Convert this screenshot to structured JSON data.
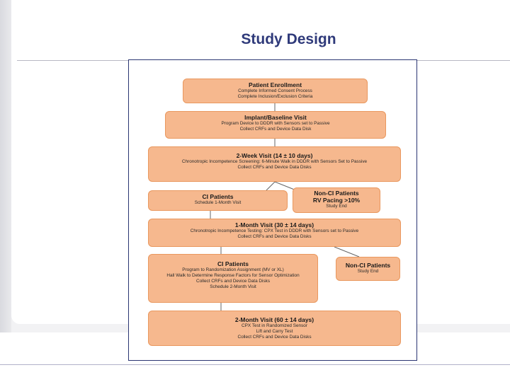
{
  "slide": {
    "title": "Study Design"
  },
  "colors": {
    "box_fill": "#f6b88e",
    "box_border": "#e9985f",
    "title": "#2f3a7a",
    "frame": "#2a3572"
  },
  "flow": {
    "enrollment": {
      "heading": "Patient Enrollment",
      "lines": [
        "Complete Informed Consent Process",
        "Complete Inclusion/Exclusion Criteria"
      ]
    },
    "implant": {
      "heading": "Implant/Baseline Visit",
      "lines": [
        "Program Device to DDDR with Sensors set to Passive",
        "Collect CRFs and Device Data Disk"
      ]
    },
    "week2": {
      "heading": "2-Week Visit (14 ± 10 days)",
      "lines": [
        "Chronotropic Incompetence Screening: 6-Minute Walk in DDDR with Sensors Set to Passive",
        "Collect CRFs and Device Data Disks"
      ]
    },
    "ci1": {
      "heading": "CI Patients",
      "lines": [
        "Schedule 1-Month Visit"
      ]
    },
    "nonci1": {
      "heading": "Non-CI Patients",
      "heading2": "RV Pacing >10%",
      "lines": [
        "Study End"
      ]
    },
    "month1": {
      "heading": "1-Month Visit (30 ± 14 days)",
      "lines": [
        "Chronotropic Incompetence Testing: CPX Test in DDDR with Sensors set to Passive",
        "Collect CRFs and Device Data Disks"
      ]
    },
    "ci2": {
      "heading": "CI Patients",
      "lines": [
        "Program to Randomization Assignment (MV or XL)",
        "Hall Walk to Determine Response Factors for Sensor Optimization",
        "Collect CRFs and Device Data Disks",
        "Schedule 2-Month Visit"
      ]
    },
    "nonci2": {
      "heading": "Non-CI Patients",
      "lines": [
        "Study End"
      ]
    },
    "month2": {
      "heading": "2-Month Visit (60 ± 14 days)",
      "lines": [
        "CPX Test in Randomized Sensor",
        "Lift and Carry Test",
        "Collect CRFs and Device Data Disks"
      ]
    }
  }
}
